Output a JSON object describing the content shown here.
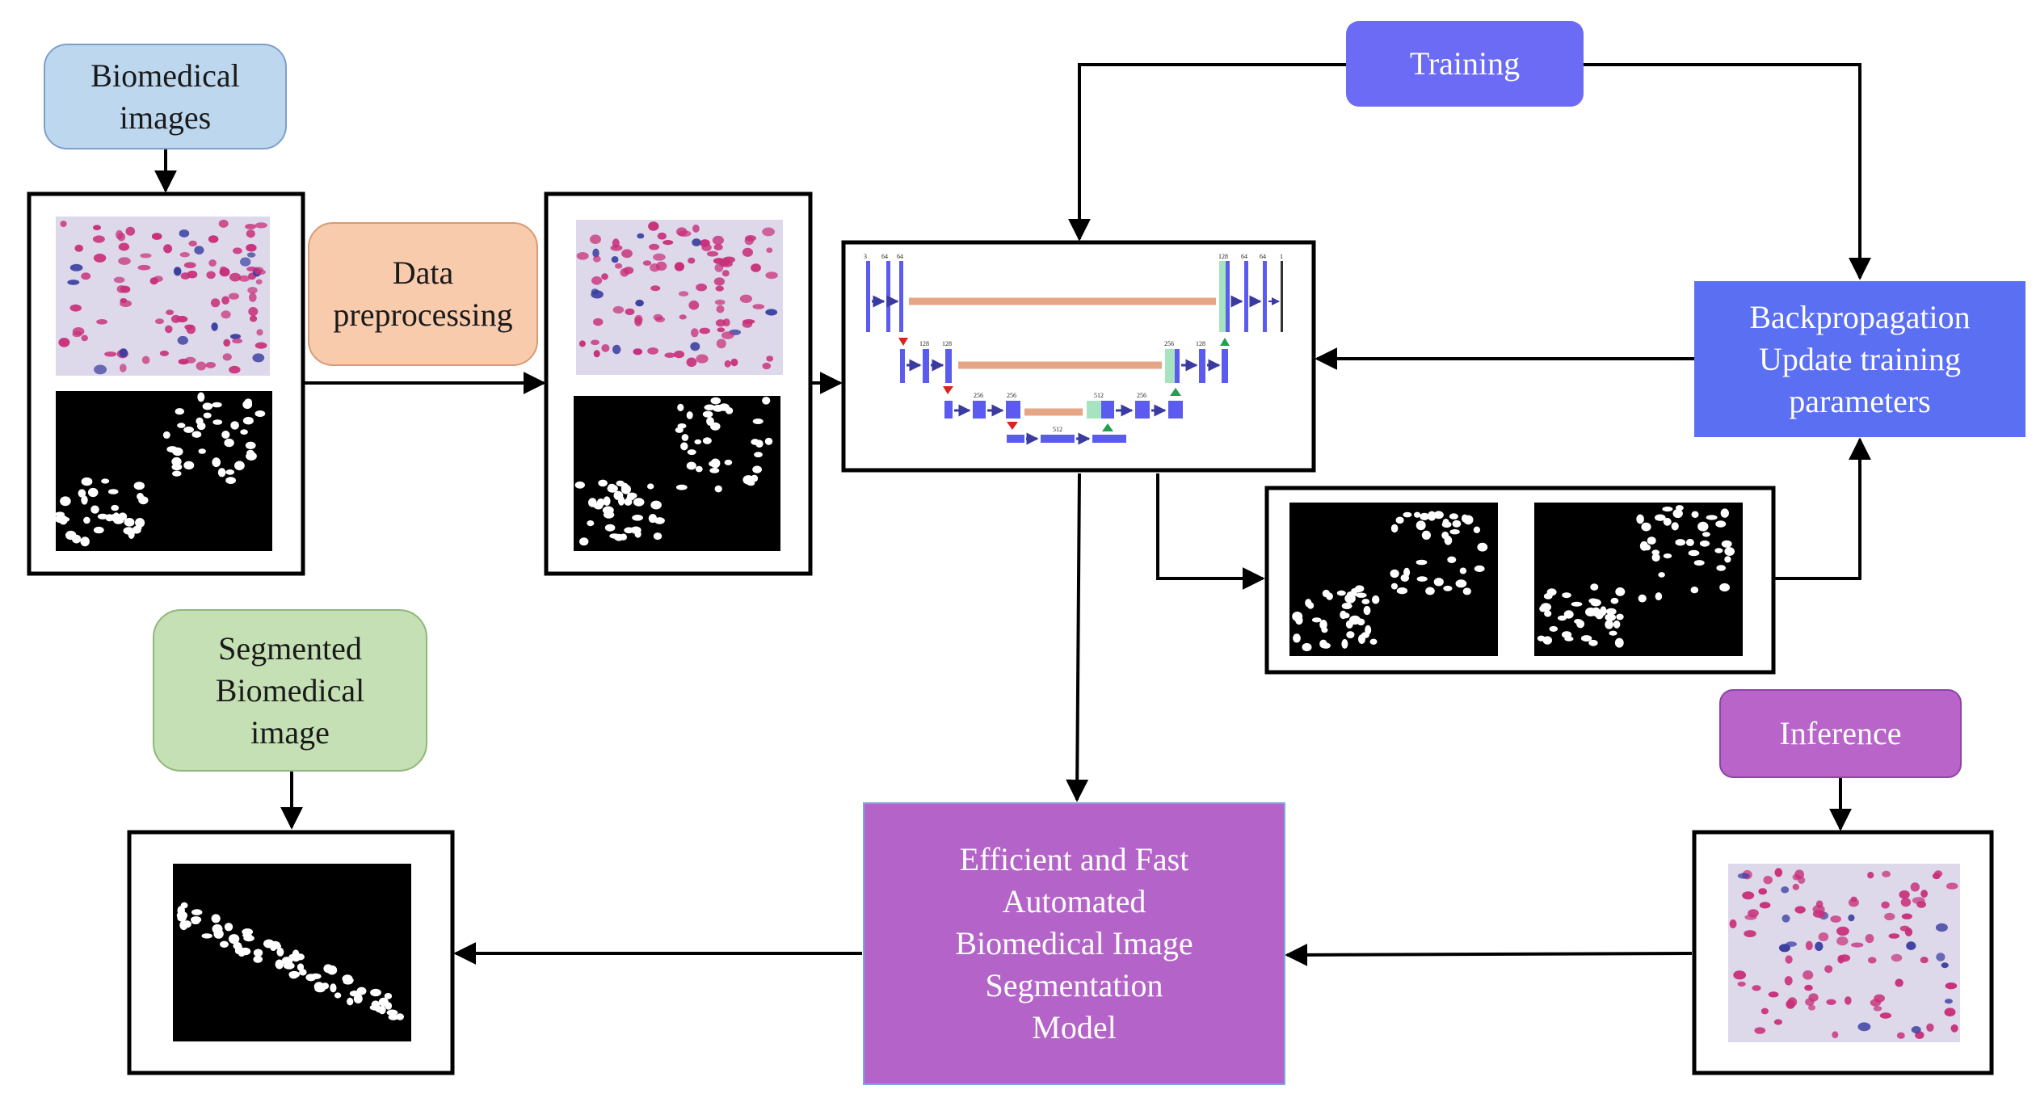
{
  "labels": {
    "biomedical_images": "Biomedical\nimages",
    "data_preprocessing": "Data\npreprocessing",
    "training": "Training",
    "backprop": "Backpropagation\nUpdate training\nparameters",
    "segmented": "Segmented\nBiomedical\nimage",
    "inference": "Inference",
    "model": "Efficient and Fast\nAutomated\nBiomedical Image\nSegmentation\nModel"
  },
  "unet": {
    "channels_top_left": [
      "3",
      "64",
      "64"
    ],
    "channels_top_right": [
      "128",
      "64",
      "64",
      "1"
    ],
    "channels_l2_left": [
      "128",
      "128"
    ],
    "channels_l2_right": [
      "256",
      "128"
    ],
    "channels_l3_left": [
      "256",
      "256"
    ],
    "channels_l3_right": [
      "512",
      "256"
    ],
    "channels_bottom": "512"
  },
  "colors": {
    "biomedical_fill": "#bdd7ee",
    "preprocess_fill": "#f8cbad",
    "training_fill": "#6b6bf5",
    "backprop_fill": "#5a6ff2",
    "segmented_fill": "#c5e0b4",
    "inference_fill": "#b864c8",
    "model_fill": "#b464c8",
    "tissue_bg": "#ddd8ea",
    "tissue_red": "#c8307a",
    "tissue_blue": "#3a3fa0",
    "unet_block": "#5b5bf0",
    "unet_skip": "#e6a584",
    "unet_green_block": "#a6e3bf"
  }
}
